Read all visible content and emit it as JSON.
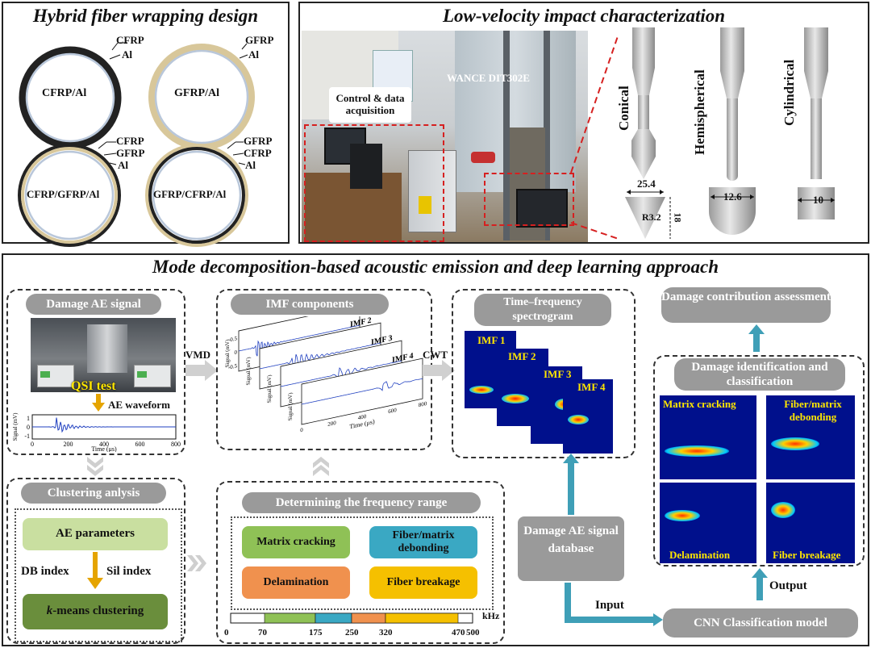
{
  "panel_wrap": {
    "title": "Hybrid fiber wrapping design",
    "rings": [
      {
        "center": "CFRP/Al",
        "layers": [
          "CFRP",
          "Al"
        ]
      },
      {
        "center": "GFRP/Al",
        "layers": [
          "GFRP",
          "Al"
        ]
      },
      {
        "center": "CFRP/GFRP/Al",
        "layers": [
          "CFRP",
          "GFRP",
          "Al"
        ]
      },
      {
        "center": "GFRP/CFRP/Al",
        "layers": [
          "GFRP",
          "CFRP",
          "Al"
        ]
      }
    ]
  },
  "panel_impact": {
    "title": "Low-velocity impact characterization",
    "machine_label": "WANCE DIT302E",
    "control_label": "Control & data acquisition",
    "impactors": [
      {
        "name": "Conical",
        "dim": "25.4"
      },
      {
        "name": "Hemispherical",
        "dim": "12.6"
      },
      {
        "name": "Cylindrical",
        "dim": "10"
      }
    ],
    "cone_radius": "R3.2",
    "cone_height": "18"
  },
  "panel_mode": {
    "title": "Mode decomposition-based acoustic emission and deep learning approach",
    "damage_ae": {
      "title": "Damage AE signal",
      "test_label": "QSI test",
      "waveform_label": "AE waveform",
      "ylabel": "Signal (mV)",
      "xlabel": "Time (μs)",
      "x_ticks": [
        "0",
        "200",
        "400",
        "600",
        "800"
      ],
      "y_ticks": [
        "1",
        "0",
        "-1"
      ]
    },
    "vmd": "VMD",
    "imf": {
      "title": "IMF components",
      "labels": [
        "IMF 1",
        "IMF 2",
        "IMF 3",
        "IMF 4"
      ],
      "ylabel": "Signal (mV)",
      "xlabel": "Time (μs)",
      "x_ticks": [
        "0",
        "200",
        "400",
        "600",
        "800"
      ],
      "y_ticks": [
        "0.5",
        "0",
        "-0.5"
      ]
    },
    "cwt": "CWT",
    "tf": {
      "title": "Time–frequency spectrogram",
      "labels": [
        "IMF 1",
        "IMF 2",
        "IMF 3",
        "IMF 4"
      ]
    },
    "contribution": "Damage contribution assessment",
    "identification": {
      "title": "Damage identification and classification",
      "cells": [
        "Matrix cracking",
        "Fiber/matrix debonding",
        "Delamination",
        "Fiber breakage"
      ]
    },
    "clustering": {
      "title": "Clustering anlysis",
      "ae_params": "AE parameters",
      "db_index": "DB index",
      "sil_index": "Sil index",
      "kmeans_k": "k",
      "kmeans_rest": "-means clustering"
    },
    "freq": {
      "title": "Determining the frequency range",
      "boxes": [
        "Matrix cracking",
        "Fiber/matrix debonding",
        "Delamination",
        "Fiber breakage"
      ],
      "scale_ticks": [
        "0",
        "70",
        "175",
        "250",
        "320",
        "470",
        "500"
      ],
      "unit": "kHz",
      "ranges": [
        [
          70,
          175
        ],
        [
          175,
          250
        ],
        [
          250,
          320
        ],
        [
          320,
          470
        ]
      ],
      "range_colors": [
        "#8fc156",
        "#3aa8c3",
        "#f0914e",
        "#f5c000"
      ]
    },
    "database": "Damage AE signal database",
    "input": "Input",
    "output": "Output",
    "cnn": "CNN Classification model"
  }
}
